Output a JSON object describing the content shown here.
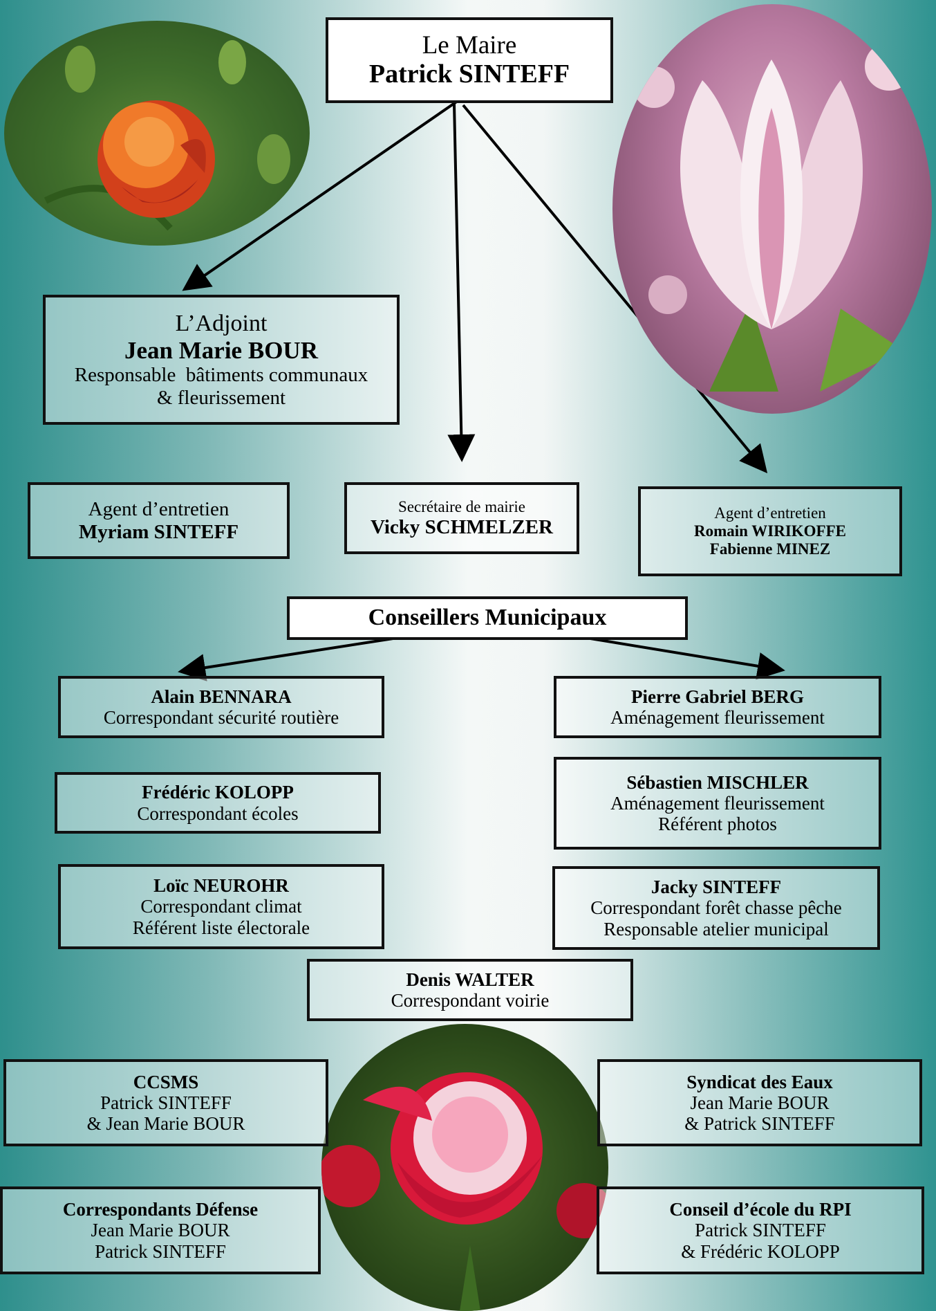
{
  "colors": {
    "teal_dark": "#2e8f8c",
    "teal_light": "#f4f8f7",
    "border": "#111111",
    "text": "#000000"
  },
  "photos": {
    "top_left": "orange-rose-photo",
    "top_right": "magnolia-photo",
    "bottom_center": "red-rose-photo"
  },
  "mayor": {
    "title": "Le Maire",
    "name": "Patrick SINTEFF"
  },
  "deputy": {
    "title": "L’Adjoint",
    "name": "Jean Marie BOUR",
    "role_1": "Responsable  bâtiments communaux",
    "role_2": "& fleurissement"
  },
  "agent_left": {
    "title": "Agent d’entretien",
    "name": "Myriam SINTEFF"
  },
  "secretary": {
    "title": "Secrétaire de mairie",
    "name": "Vicky SCHMELZER"
  },
  "agent_right": {
    "title": "Agent d’entretien",
    "name_1": "Romain WIRIKOFFE",
    "name_2": "Fabienne MINEZ"
  },
  "council": {
    "title": "Conseillers Municipaux"
  },
  "councillors": {
    "bennara": {
      "name": "Alain BENNARA",
      "role_1": "Correspondant sécurité routière"
    },
    "berg": {
      "name": "Pierre Gabriel BERG",
      "role_1": "Aménagement fleurissement"
    },
    "kolopp": {
      "name": "Frédéric KOLOPP",
      "role_1": "Correspondant écoles"
    },
    "mischler": {
      "name": "Sébastien MISCHLER",
      "role_1": "Aménagement fleurissement",
      "role_2": "Référent photos"
    },
    "neurohr": {
      "name": "Loïc NEUROHR",
      "role_1": "Correspondant climat",
      "role_2": "Référent liste électorale"
    },
    "jacky": {
      "name": "Jacky SINTEFF",
      "role_1": "Correspondant forêt chasse pêche",
      "role_2": "Responsable atelier municipal"
    },
    "walter": {
      "name": "Denis WALTER",
      "role_1": "Correspondant voirie"
    }
  },
  "delegations": {
    "ccsms": {
      "title": "CCSMS",
      "line_1": "Patrick SINTEFF",
      "line_2": "& Jean Marie BOUR"
    },
    "eaux": {
      "title": "Syndicat des Eaux",
      "line_1": "Jean Marie BOUR",
      "line_2": "& Patrick SINTEFF"
    },
    "defense": {
      "title": "Correspondants Défense",
      "line_1": "Jean Marie BOUR",
      "line_2": "Patrick SINTEFF"
    },
    "rpi": {
      "title": "Conseil d’école du RPI",
      "line_1": "Patrick SINTEFF",
      "line_2": "& Frédéric KOLOPP"
    }
  }
}
